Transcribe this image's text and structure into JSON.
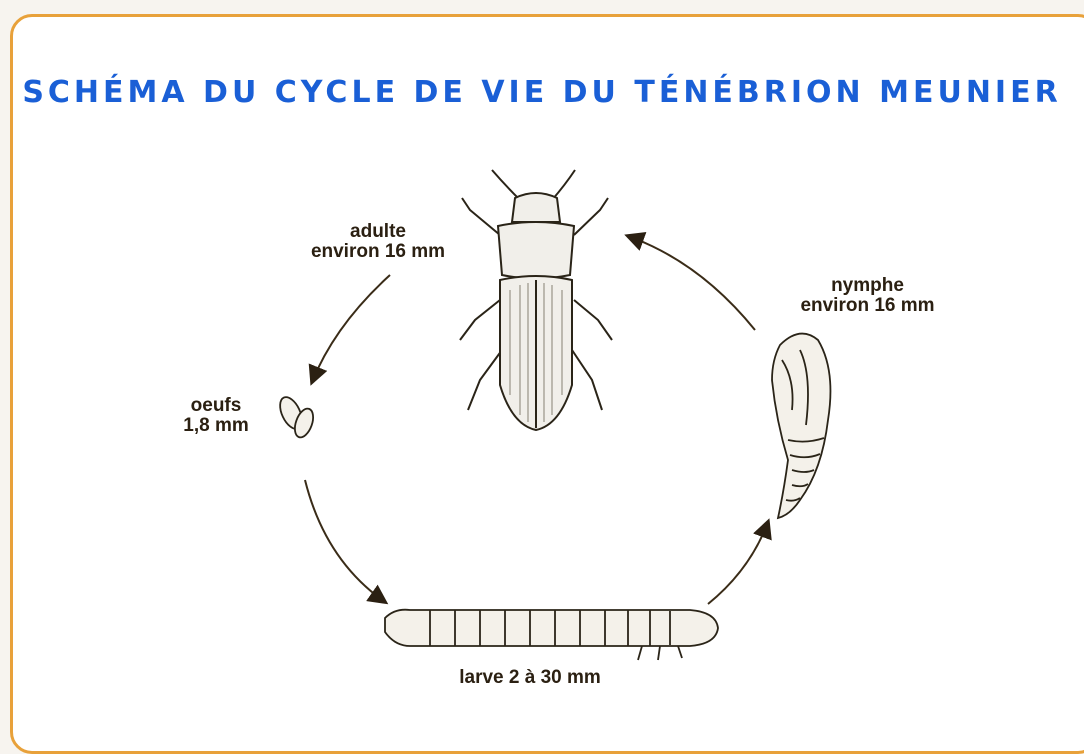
{
  "title": "SCHÉMA DU CYCLE DE VIE DU TÉNÉBRION MEUNIER",
  "stages": {
    "adult": {
      "name": "adulte",
      "size": "environ 16 mm"
    },
    "pupa": {
      "name": "nymphe",
      "size": "environ 16 mm"
    },
    "eggs": {
      "name": "oeufs",
      "size": "1,8 mm"
    },
    "larva": {
      "label": "larve 2 à 30 mm"
    }
  },
  "colors": {
    "title": "#1a5fd6",
    "border": "#e8a13a",
    "ink": "#2b2012"
  }
}
